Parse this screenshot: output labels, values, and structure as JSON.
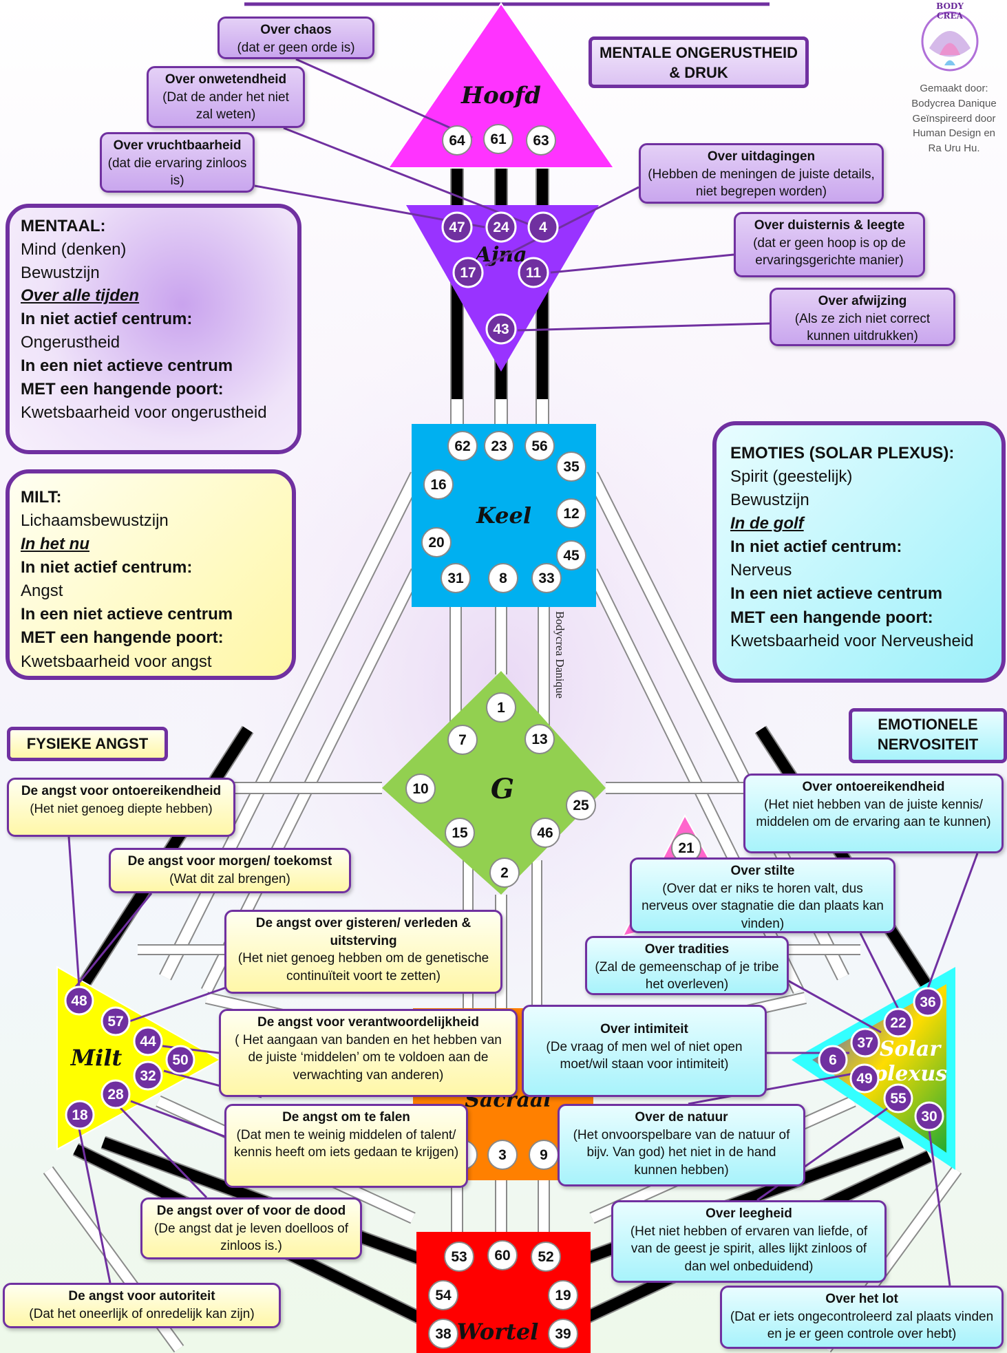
{
  "logo_text": "BODY CREA",
  "credit": [
    "Gemaakt door:",
    "Bodycrea Danique",
    "Geïnspireerd door",
    "Human Design en",
    "Ra Uru Hu."
  ],
  "watermark": "Bodycrea Danique",
  "colors": {
    "border": "#7030a0",
    "head": "#ff33ff",
    "ajna": "#9933ff",
    "throat": "#00b0f0",
    "g": "#92d050",
    "spleen": "#ffff00",
    "sacral": "#ff8000",
    "root": "#ff0000",
    "solar": "#33ffff",
    "heart": "#ff66cc"
  },
  "headings": {
    "mental": "MENTALE ONGERUSTHEID & DRUK",
    "physical": "FYSIEKE ANGST",
    "emotional": "EMOTIONELE NERVOSITEIT"
  },
  "centers": {
    "head": {
      "name": "Hoofd",
      "gates": [
        "64",
        "61",
        "63"
      ]
    },
    "ajna": {
      "name": "Ajna",
      "gates": [
        "47",
        "24",
        "4",
        "17",
        "11",
        "43"
      ]
    },
    "throat": {
      "name": "Keel",
      "gates": [
        "62",
        "23",
        "56",
        "35",
        "16",
        "12",
        "20",
        "45",
        "31",
        "8",
        "33"
      ]
    },
    "g": {
      "name": "G",
      "gates": [
        "1",
        "7",
        "13",
        "10",
        "25",
        "15",
        "46",
        "2"
      ]
    },
    "heart": {
      "gates": [
        "21"
      ]
    },
    "spleen": {
      "name": "Milt",
      "gates": [
        "48",
        "57",
        "44",
        "50",
        "32",
        "28",
        "18"
      ]
    },
    "sacral": {
      "name": "Sacraal",
      "gates": [
        "2",
        "3",
        "9"
      ]
    },
    "root": {
      "name": "Wortel",
      "gates": [
        "53",
        "60",
        "52",
        "54",
        "19",
        "38",
        "39"
      ]
    },
    "solar": {
      "name": "Solar plexus",
      "gates": [
        "36",
        "22",
        "37",
        "6",
        "49",
        "55",
        "30"
      ]
    }
  },
  "info_boxes": {
    "mentaal": [
      {
        "t": "MENTAAL:",
        "s": "b"
      },
      {
        "t": "Mind (denken)",
        "s": ""
      },
      {
        "t": "Bewustzijn",
        "s": ""
      },
      {
        "t": "Over alle tijden",
        "s": "u"
      },
      {
        "t": "In niet actief centrum:",
        "s": "b"
      },
      {
        "t": "Ongerustheid",
        "s": ""
      },
      {
        "t": "In een niet actieve centrum",
        "s": "b"
      },
      {
        "t": "MET een hangende poort:",
        "s": "b"
      },
      {
        "t": "Kwetsbaarheid voor ongerustheid",
        "s": ""
      }
    ],
    "milt": [
      {
        "t": "MILT:",
        "s": "b"
      },
      {
        "t": "Lichaamsbewustzijn",
        "s": ""
      },
      {
        "t": "In het nu",
        "s": "u"
      },
      {
        "t": "In niet actief centrum:",
        "s": "b"
      },
      {
        "t": "Angst",
        "s": ""
      },
      {
        "t": "In een niet actieve centrum",
        "s": "b"
      },
      {
        "t": "MET een hangende poort:",
        "s": "b"
      },
      {
        "t": "Kwetsbaarheid voor angst",
        "s": ""
      }
    ],
    "emoties": [
      {
        "t": "EMOTIES (SOLAR PLEXUS):",
        "s": "b"
      },
      {
        "t": "Spirit (geestelijk)",
        "s": ""
      },
      {
        "t": "Bewustzijn",
        "s": ""
      },
      {
        "t": "In de golf",
        "s": "u"
      },
      {
        "t": "In niet actief centrum:",
        "s": "b"
      },
      {
        "t": "Nerveus",
        "s": ""
      },
      {
        "t": "In een niet actieve centrum",
        "s": "b"
      },
      {
        "t": "MET een hangende poort:",
        "s": "b"
      },
      {
        "t": "Kwetsbaarheid voor Nerveusheid",
        "s": ""
      }
    ]
  },
  "callouts": {
    "chaos": {
      "title": "Over chaos",
      "text": "(dat er geen orde is)"
    },
    "onwetendheid": {
      "title": "Over onwetendheid",
      "text": "(Dat de ander het niet  zal weten)"
    },
    "vruchtbaarheid": {
      "title": "Over vruchtbaarheid",
      "text": "(dat die ervaring zinloos is)"
    },
    "uitdagingen": {
      "title": "Over uitdagingen",
      "text": "(Hebben de meningen de juiste details, niet begrepen worden)"
    },
    "duisternis": {
      "title": "Over duisternis & leegte",
      "text": "(dat er geen hoop is op de ervaringsgerichte manier)"
    },
    "afwijzing": {
      "title": "Over afwijzing",
      "text": "(Als ze zich niet correct kunnen uitdrukken)"
    },
    "ontoereikendheid_fys": {
      "title": "De angst voor ontoereikendheid",
      "text": "(Het niet genoeg diepte hebben)"
    },
    "morgen": {
      "title": "De angst voor morgen/ toekomst",
      "text": "(Wat dit zal brengen)"
    },
    "gisteren": {
      "title": "De angst over gisteren/ verleden & uitsterving",
      "text": "(Het niet genoeg hebben om de genetische continuïteit voort te zetten)"
    },
    "verantwoordelijkheid": {
      "title": "De angst voor verantwoordelijkheid",
      "text": "( Het aangaan van banden en het hebben van de juiste ‘middelen’ om te voldoen aan de verwachting van anderen)"
    },
    "falen": {
      "title": "De angst om te falen",
      "text": "(Dat men te weinig middelen of talent/ kennis heeft om iets gedaan te krijgen)"
    },
    "dood": {
      "title": "De angst over of voor de dood",
      "text": "(De angst dat je leven doelloos of zinloos is.)"
    },
    "autoriteit": {
      "title": "De angst voor autoriteit",
      "text": "(Dat het oneerlijk of onredelijk kan zijn)"
    },
    "ontoereikendheid_emo": {
      "title": "Over ontoereikendheid",
      "text": "(Het niet hebben van de juiste kennis/ middelen om de ervaring aan te kunnen)"
    },
    "stilte": {
      "title": "Over stilte",
      "text": "(Over dat er niks te horen valt, dus nerveus over stagnatie die dan plaats kan vinden)"
    },
    "tradities": {
      "title": "Over tradities",
      "text": "(Zal de gemeenschap of je tribe het overleven)"
    },
    "intimiteit": {
      "title": "Over intimiteit",
      "text": "(De vraag of men wel of niet open moet/wil staan voor intimiteit)"
    },
    "natuur": {
      "title": "Over de natuur",
      "text": "(Het onvoorspelbare van de natuur of bijv. Van god) het niet in de hand kunnen hebben)"
    },
    "leegheid": {
      "title": "Over leegheid",
      "text": "(Het niet hebben of ervaren van liefde, of van de geest je spirit, alles lijkt zinloos of dan wel onbeduidend)"
    },
    "lot": {
      "title": "Over het lot",
      "text": "(Dat er iets ongecontroleerd zal plaats vinden en je er geen controle over hebt)"
    }
  }
}
